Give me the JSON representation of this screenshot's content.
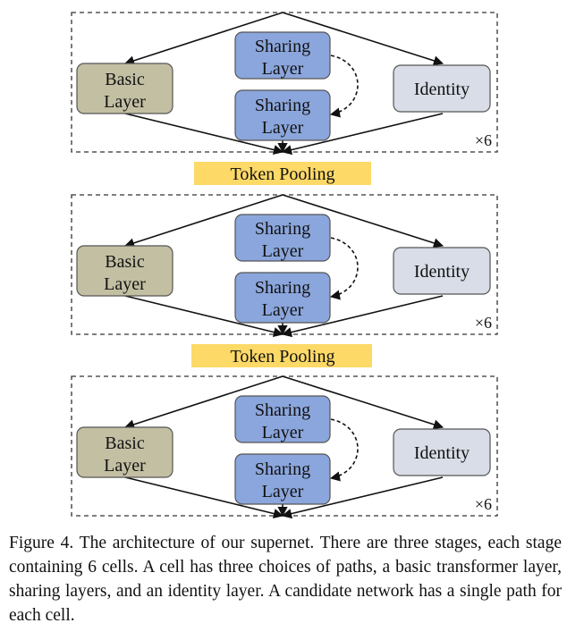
{
  "stages": [
    {
      "basic_label": [
        "Basic",
        "Layer"
      ],
      "sharing_top_label": [
        "Sharing",
        "Layer"
      ],
      "sharing_bottom_label": [
        "Sharing",
        "Layer"
      ],
      "identity_label": "Identity",
      "repeat_label": "×6"
    },
    {
      "basic_label": [
        "Basic",
        "Layer"
      ],
      "sharing_top_label": [
        "Sharing",
        "Layer"
      ],
      "sharing_bottom_label": [
        "Sharing",
        "Layer"
      ],
      "identity_label": "Identity",
      "repeat_label": "×6"
    },
    {
      "basic_label": [
        "Basic",
        "Layer"
      ],
      "sharing_top_label": [
        "Sharing",
        "Layer"
      ],
      "sharing_bottom_label": [
        "Sharing",
        "Layer"
      ],
      "identity_label": "Identity",
      "repeat_label": "×6"
    }
  ],
  "pooling_labels": [
    "Token Pooling",
    "Token Pooling"
  ],
  "caption": "Figure 4. The architecture of our supernet. There are three stages, each stage containing 6 cells. A cell has three choices of paths, a basic transformer layer, sharing layers, and an identity layer. A candidate network has a single path for each cell.",
  "colors": {
    "basic": "#c3bfa3",
    "sharing": "#8ba6dc",
    "identity": "#d8dde7",
    "pooling": "#fdd967",
    "border": "#333333"
  }
}
